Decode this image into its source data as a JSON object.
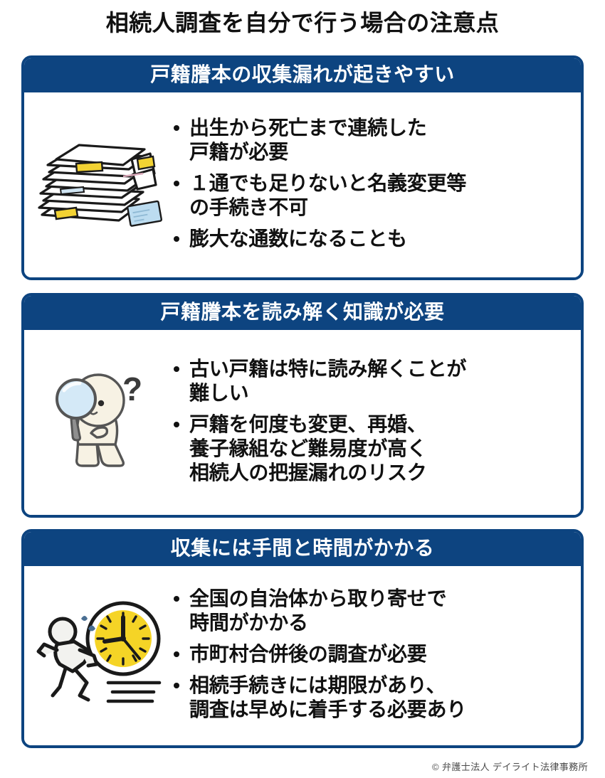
{
  "page": {
    "title": "相続人調査を自分で行う場合の注意点",
    "footer": "© 弁護士法人 デイライト法律事務所",
    "accent_color": "#0d4480",
    "header_text_color": "#ffffff",
    "body_background": "#ffffff",
    "text_color": "#111111"
  },
  "cards": [
    {
      "id": "card-1",
      "header": "戸籍謄本の収集漏れが起きやすい",
      "icon": "stacked-papers-icon",
      "bullets": [
        "出生から死亡まで連続した\n戸籍が必要",
        "１通でも足りないと名義変更等\nの手続き不可",
        "膨大な通数になることも"
      ]
    },
    {
      "id": "card-2",
      "header": "戸籍謄本を読み解く知識が必要",
      "icon": "person-magnifier-question-icon",
      "bullets": [
        "古い戸籍は特に読み解くことが\n難しい",
        "戸籍を何度も変更、再婚、\n養子縁組など難易度が高く\n相続人の把握漏れのリスク"
      ]
    },
    {
      "id": "card-3",
      "header": "収集には手間と時間がかかる",
      "icon": "running-person-clock-icon",
      "bullets": [
        "全国の自治体から取り寄せで\n時間がかかる",
        "市町村合併後の調査が必要",
        "相続手続きには期限があり、\n調査は早めに着手する必要あり"
      ]
    }
  ],
  "illustration_colors": {
    "paper_white": "#ffffff",
    "sticky_note_yellow": "#f2d233",
    "blue_card": "#bcdcf0",
    "outline_dark": "#1a1a1a",
    "skin_cream": "#f7f2e4",
    "lens_blue": "#d4e9f7",
    "clock_yellow": "#f5d426",
    "sweat_blue": "#4a6f93",
    "figure_light": "#f2f2ef"
  }
}
